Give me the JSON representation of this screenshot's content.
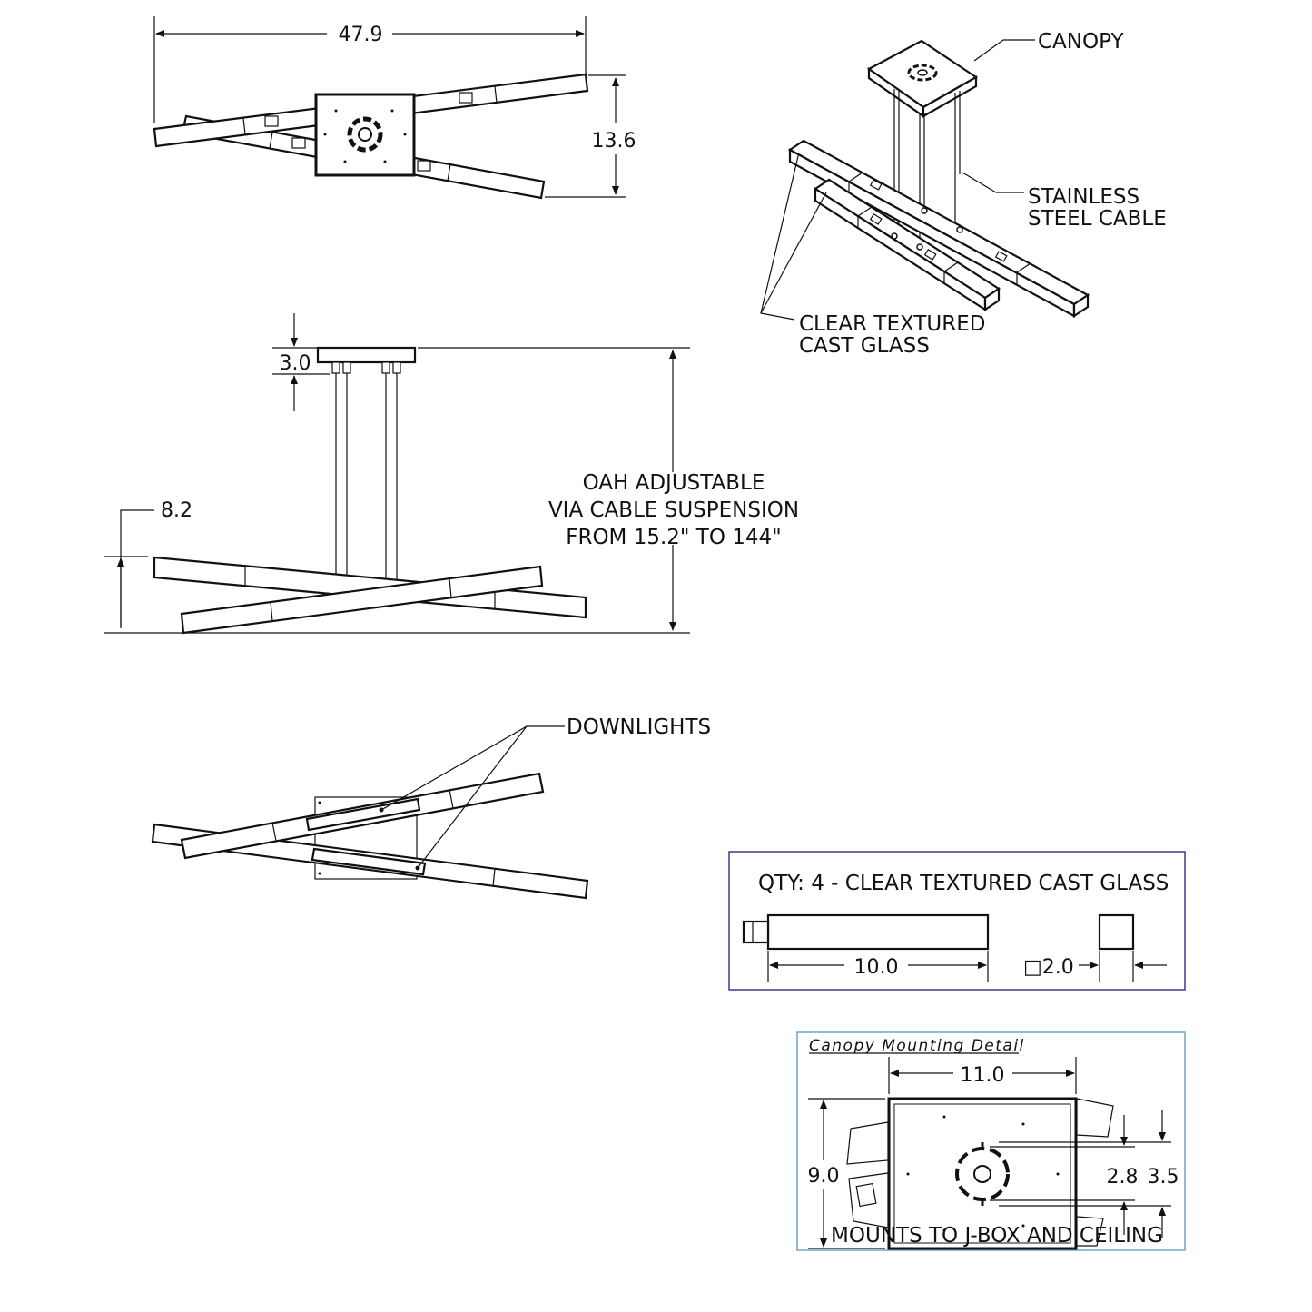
{
  "top_view": {
    "width_dim": "47.9",
    "depth_dim": "13.6"
  },
  "iso_view": {
    "canopy_label": "CANOPY",
    "cable_label_line1": "STAINLESS",
    "cable_label_line2": "STEEL CABLE",
    "glass_label_line1": "CLEAR TEXTURED",
    "glass_label_line2": "CAST GLASS"
  },
  "side_view": {
    "canopy_height_dim": "3.0",
    "bar_height_dim": "8.2",
    "oah_line1": "OAH ADJUSTABLE",
    "oah_line2": "VIA CABLE SUSPENSION",
    "oah_line3": "FROM 15.2\" TO 144\""
  },
  "bottom_view": {
    "downlights_label": "DOWNLIGHTS"
  },
  "glass_detail": {
    "title": "QTY: 4 - CLEAR TEXTURED CAST GLASS",
    "length_dim": "10.0",
    "section_dim": "□2.0"
  },
  "canopy_detail": {
    "title": "Canopy  Mounting  Detail",
    "width_dim": "11.0",
    "height_dim": "9.0",
    "inner_dim": "2.8",
    "outer_dim": "3.5",
    "note": "MOUNTS TO J-BOX AND CEILING"
  }
}
